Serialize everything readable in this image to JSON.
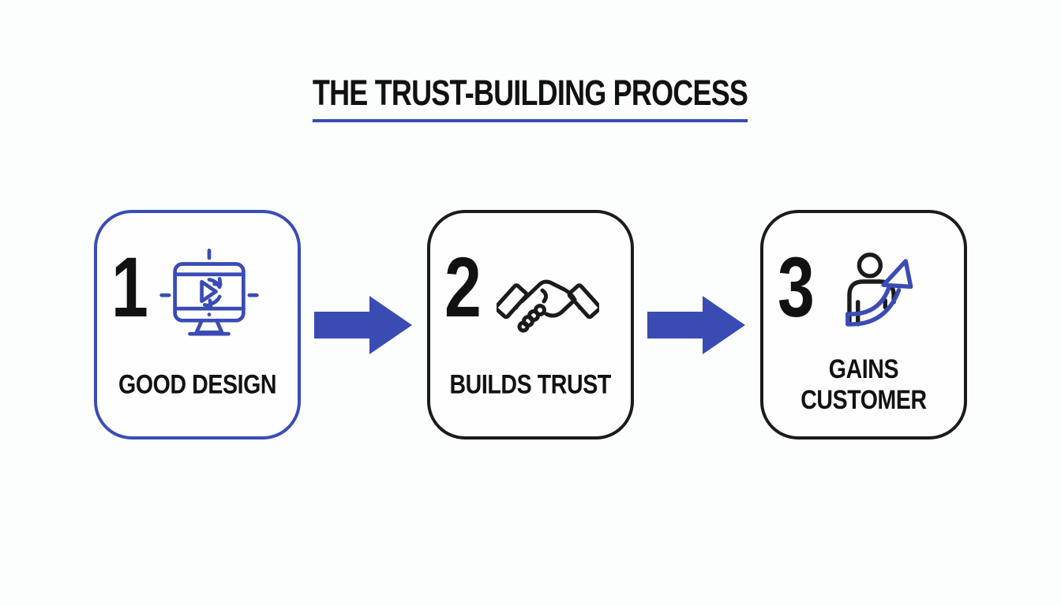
{
  "title": {
    "text": "THE TRUST-BUILDING PROCESS"
  },
  "colors": {
    "accent_blue": "#3a4cb4",
    "outline_black": "#1b1b1b",
    "background": "#fcfdfd",
    "card_background": "#fefefe",
    "text_black": "#111111"
  },
  "steps": [
    {
      "number": "1",
      "label": "GOOD DESIGN",
      "icon": "design-monitor-icon",
      "border_color": "#3a4cb4"
    },
    {
      "number": "2",
      "label": "BUILDS TRUST",
      "icon": "handshake-icon",
      "border_color": "#1b1b1b"
    },
    {
      "number": "3",
      "label": "GAINS\nCUSTOMER",
      "icon": "customer-growth-icon",
      "border_color": "#1b1b1b"
    }
  ],
  "connectors": [
    {
      "icon": "arrow-right-icon"
    },
    {
      "icon": "arrow-right-icon"
    }
  ]
}
